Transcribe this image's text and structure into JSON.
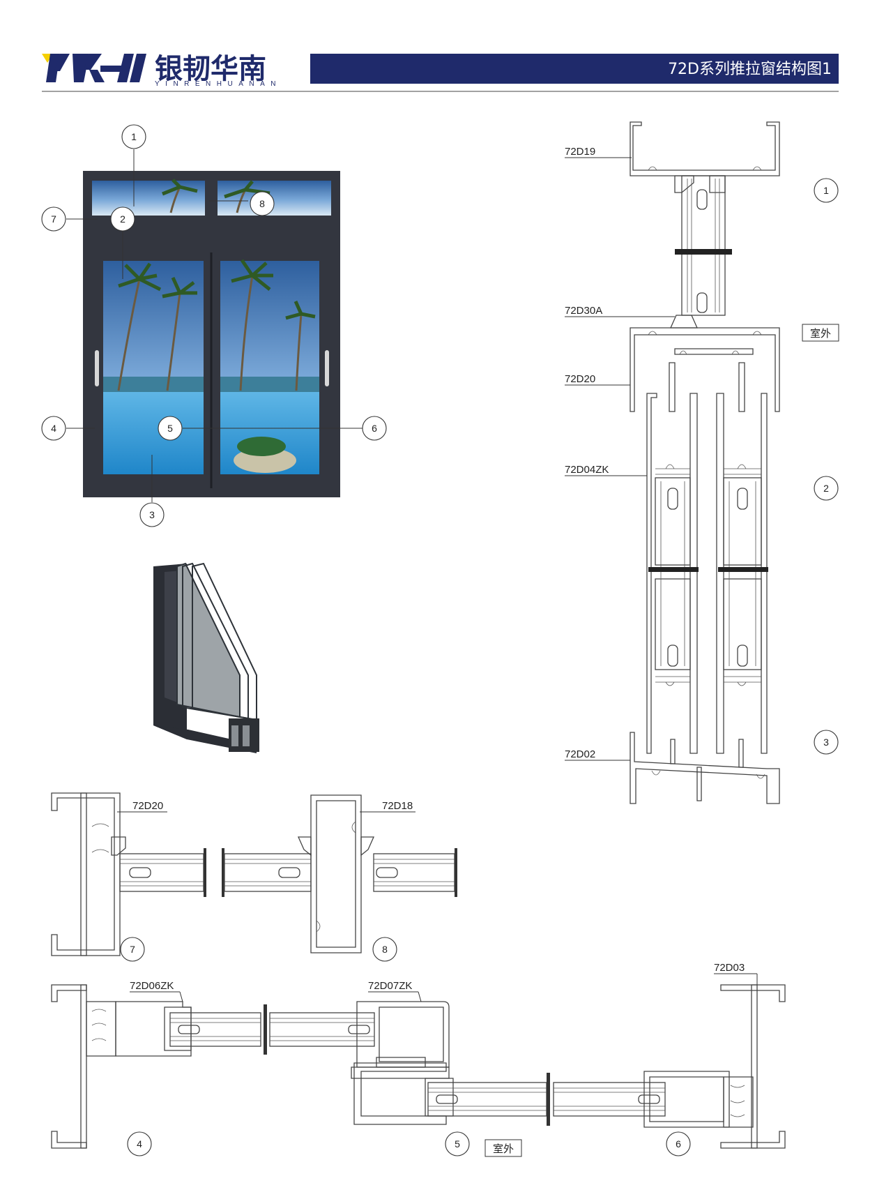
{
  "brand": {
    "logo_mark": "YRHN",
    "name_cn": "银韧华南",
    "name_en": "YINRENHUANAN",
    "accent_color": "#1f2a6b",
    "mark_color": "#1f2a6b",
    "mark_accent_color": "#f5d000"
  },
  "header": {
    "title": "72D系列推拉窗结构图1"
  },
  "window_photo": {
    "callouts": [
      "1",
      "2",
      "3",
      "4",
      "5",
      "6",
      "7",
      "8"
    ]
  },
  "vertical_section": {
    "labels": [
      "72D19",
      "72D30A",
      "72D20",
      "72D04ZK",
      "72D02"
    ],
    "markers": [
      "1",
      "2",
      "3"
    ],
    "outside_tag": "室外"
  },
  "section_7_8": {
    "labels": [
      "72D20",
      "72D18"
    ],
    "markers": [
      "7",
      "8"
    ]
  },
  "section_4_5_6": {
    "labels": [
      "72D06ZK",
      "72D07ZK",
      "72D03"
    ],
    "markers": [
      "4",
      "5",
      "6"
    ],
    "outside_tag": "室外"
  }
}
